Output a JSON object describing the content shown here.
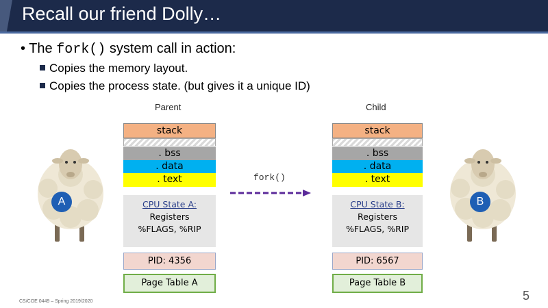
{
  "slide": {
    "title": "Recall our friend Dolly…",
    "bullet_pre": "The",
    "bullet_code": "fork()",
    "bullet_post": "system call in action:",
    "sub1": "Copies the memory layout.",
    "sub2": "Copies the process state. (but gives it a unique ID)"
  },
  "parent": {
    "label": "Parent",
    "stack": "stack",
    "bss": ". bss",
    "data": ". data",
    "text": ". text",
    "cpu_l1": "CPU State A:",
    "cpu_l2": "Registers",
    "cpu_l3": "%FLAGS, %RIP",
    "pid": "PID: 4356",
    "page_table": "Page Table A",
    "badge": "A"
  },
  "child": {
    "label": "Child",
    "stack": "stack",
    "bss": ". bss",
    "data": ". data",
    "text": ". text",
    "cpu_l1": "CPU State B:",
    "cpu_l2": "Registers",
    "cpu_l3": "%FLAGS, %RIP",
    "pid": "PID: 6567",
    "page_table": "Page Table B",
    "badge": "B"
  },
  "fork_label": "fork()",
  "footer": "CS/COE 0449 – Spring 2019/2020",
  "page_number": "5",
  "colors": {
    "title_bg": "#1c2a4a",
    "stack": "#f4b183",
    "bss": "#a6a6a6",
    "data": "#00b0f0",
    "text": "#ffff00",
    "arrow": "#5b2a9a",
    "badge": "#1f5fb4"
  },
  "icons": [
    "sheep-illustration",
    "dashed-arrow-icon"
  ]
}
